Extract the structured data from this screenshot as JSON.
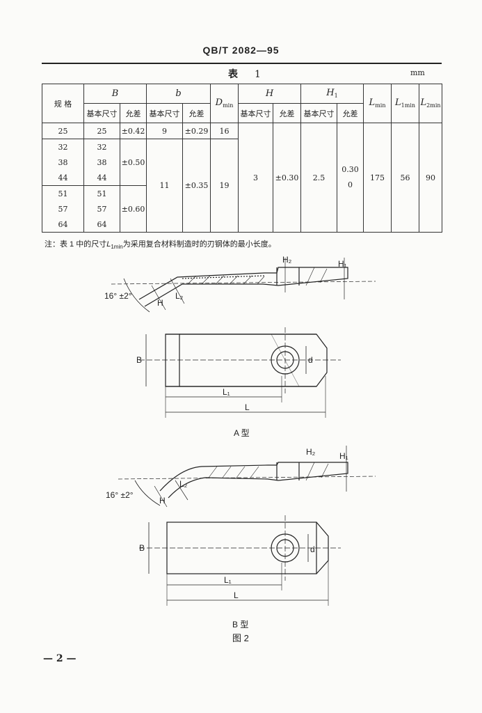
{
  "header": {
    "code": "QB/T 2082—95"
  },
  "table": {
    "title": "表",
    "number": "1",
    "unit": "mm",
    "headers": {
      "spec": "规 格",
      "B": "B",
      "b": "b",
      "D": "D",
      "D_sub": "min",
      "H": "H",
      "H1": "H",
      "H1_sub": "1",
      "Lmin": "L",
      "Lmin_sub": "min",
      "L1min": "L",
      "L1min_sub": "1min",
      "L2min": "L",
      "L2min_sub": "2min",
      "basic": "基本尺寸",
      "tol": "允差"
    },
    "specs": [
      "25",
      "32",
      "38",
      "44",
      "51",
      "57",
      "64"
    ],
    "B_basic": [
      "25",
      "32",
      "38",
      "44",
      "51",
      "57",
      "64"
    ],
    "B_tol": [
      "±0.42",
      "±0.50",
      "±0.60"
    ],
    "row1": {
      "b_basic": "9",
      "b_tol": "±0.29",
      "D": "16"
    },
    "merged": {
      "b_basic": "11",
      "b_tol": "±0.35",
      "D": "19",
      "H_basic": "3",
      "H_tol": "±0.30",
      "H1_basic": "2.5",
      "H1_tol_a": "0.30",
      "H1_tol_b": "0",
      "Lmin": "175",
      "L1min": "56",
      "L2min": "90"
    }
  },
  "note": {
    "prefix": "注：表 1 中的尺寸",
    "sym": "L",
    "sub": "1min",
    "rest": "为采用复合材料制造时的刃钢体的最小长度。"
  },
  "figA": {
    "angle": "16° ±2°",
    "B": "B",
    "d": "d",
    "L1": "L₁",
    "L": "L",
    "H": "H",
    "L2": "L₂",
    "H2": "H₂",
    "H1": "H₁",
    "caption": "A 型"
  },
  "figB": {
    "angle": "16° ±2°",
    "B": "B",
    "d": "d",
    "L1": "L₁",
    "L": "L",
    "H": "H",
    "L2": "L₂",
    "H2": "H₂",
    "H1": "H₁",
    "caption": "B 型"
  },
  "figure_caption": "图 2",
  "page_number": "— 2 —"
}
